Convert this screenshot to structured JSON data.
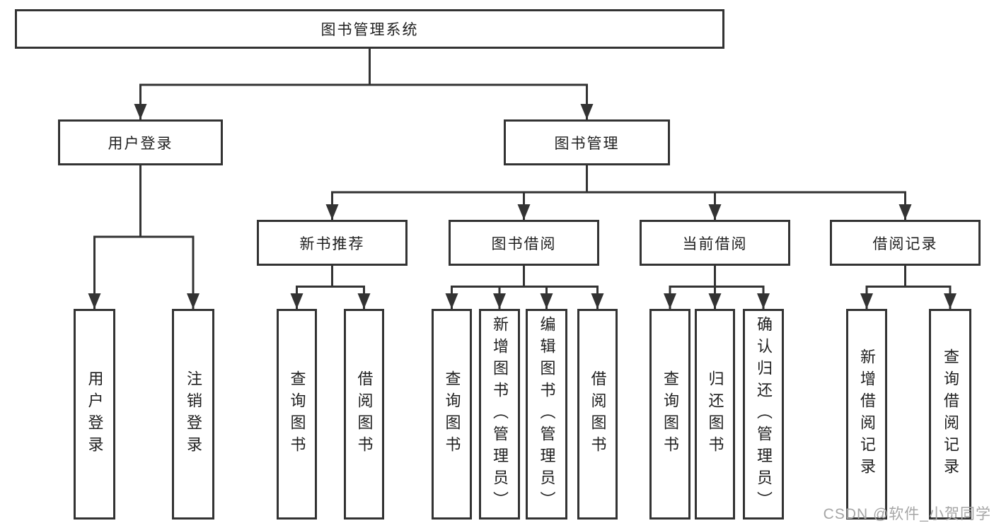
{
  "diagram": {
    "root": "图书管理系统",
    "level2": [
      "用户登录",
      "图书管理"
    ],
    "level3": [
      "新书推荐",
      "图书借阅",
      "当前借阅",
      "借阅记录"
    ],
    "leaves": {
      "user_login": [
        "用户登录",
        "注销登录"
      ],
      "new_books": [
        "查询图书",
        "借阅图书"
      ],
      "book_borrow": [
        "查询图书",
        "新增图书（管理员）",
        "编辑图书（管理员）",
        "借阅图书"
      ],
      "current_borrow": [
        "查询图书",
        "归还图书",
        "确认归还（管理员）"
      ],
      "borrow_records": [
        "新增借阅记录",
        "查询借阅记录"
      ]
    }
  },
  "watermark": "CSDN @软件_小贺同学",
  "colors": {
    "line": "#333333",
    "box_border": "#333333",
    "text": "#1f1f1f",
    "background": "#ffffff",
    "watermark": "#a6a6a6"
  }
}
